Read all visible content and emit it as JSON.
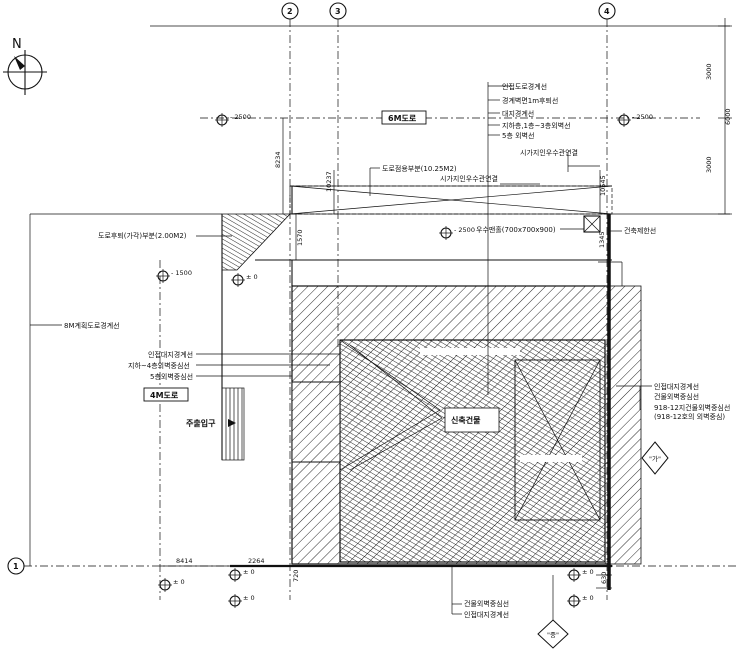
{
  "north": "N",
  "grid_axes": {
    "g1": "1",
    "g2": "2",
    "g3": "3",
    "g4": "4"
  },
  "roads": {
    "road_6m": "6M도로",
    "road_4m": "4M도로"
  },
  "building": {
    "main_label": "신축건물",
    "sub_label": "",
    "roof_label": "",
    "annex_label": ""
  },
  "labels": {
    "l01": "인접도로경계선",
    "l02": "경계벽면1m후퇴선",
    "l03": "대지경계선",
    "l04": "지하층,1층~3층외벽선",
    "l05": "5층 외벽선",
    "l06": "도로점용부분(10.25M2)",
    "l07": "시가지인우수관연결",
    "l08": "시가지인우수관연결",
    "l09": "우수맨홀(700x700x900)",
    "l10": "건축제한선",
    "l11": "도로후퇴(가각)부분(2.00M2)",
    "l12": "8M계획도로경계선",
    "l13": "인접대지경계선",
    "l14": "지하~4층외벽중심선",
    "l15": "5층외벽중심선",
    "l16": "주출입구",
    "l17": "인접대지경계선",
    "l18": "건물외벽중심선",
    "l19": "918-12지건물외벽중심선",
    "l20": "(918-12호의 외벽중심)",
    "l21": "건물외벽중심선",
    "l22": "인접대지경계선"
  },
  "levels": {
    "lv_m2500_a": "- 2500",
    "lv_m2500_b": "- 2500",
    "lv_m2500_c": "- 2500",
    "lv_m1500": "- 1500",
    "lv_0_a": "± 0",
    "lv_0_b": "± 0",
    "lv_0_c": "± 0",
    "lv_0_d": "± 0",
    "lv_0_e": "± 0",
    "lv_0_f": "± 0"
  },
  "dimensions": {
    "d3000a": "3000",
    "d6000": "6000",
    "d3000b": "3000",
    "d8234": "8234",
    "d10237": "10237",
    "d1570": "1570",
    "d10545": "10545",
    "d1345": "1345",
    "d8414": "8414",
    "d2264": "2264",
    "d720": "720",
    "d630": "630"
  },
  "section_marks": {
    "sec_right": "\"가\"",
    "sec_bottom": "\"중\""
  }
}
